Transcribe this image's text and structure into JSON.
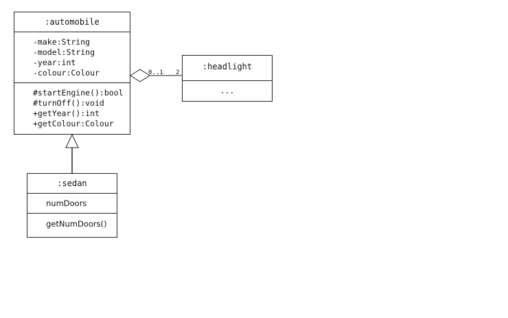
{
  "automobile": {
    "name": ":automobile",
    "attributes": [
      "-make:String",
      "-model:String",
      "-year:int",
      "-colour:Colour"
    ],
    "operations": [
      "#startEngine():bool",
      "#turnOff():void",
      "+getYear():int",
      "+getColour:Colour"
    ]
  },
  "headlight": {
    "name": ":headlight",
    "body": "..."
  },
  "sedan": {
    "name": ":sedan",
    "attributes": [
      "numDoors"
    ],
    "operations": [
      "getNumDoors()"
    ]
  },
  "association": {
    "near_multiplicity": "0..1",
    "far_multiplicity": "2"
  }
}
